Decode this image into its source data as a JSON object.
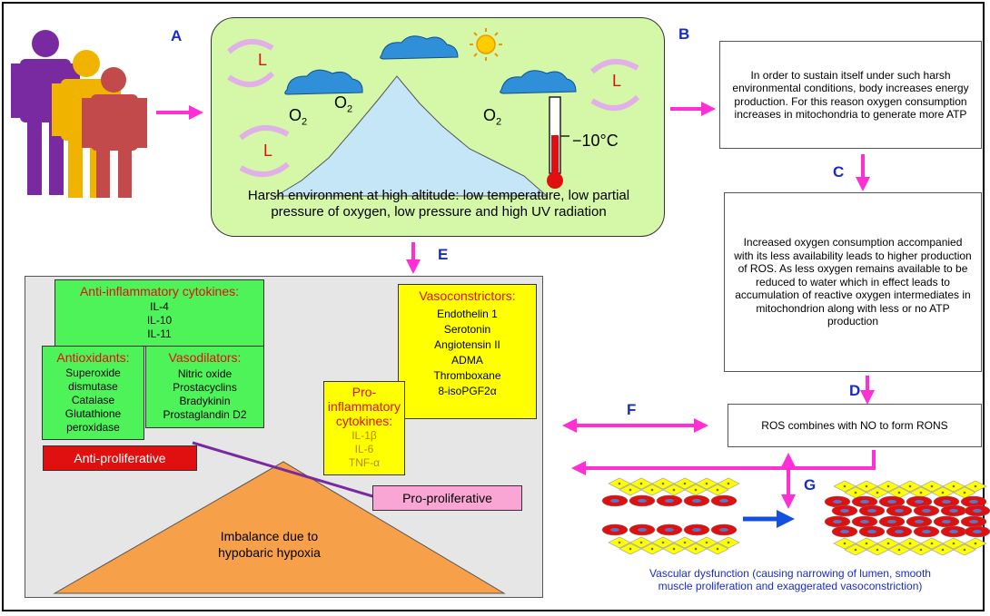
{
  "labels": {
    "a": "A",
    "b": "B",
    "c": "C",
    "d": "D",
    "e": "E",
    "f": "F",
    "g": "G"
  },
  "environment": {
    "caption": "Harsh environment at high altitude: low temperature, low partial pressure of oxygen, low pressure and high UV radiation",
    "o2_1": "O",
    "o2_2": "O",
    "o2_3": "O",
    "o2_sub": "2",
    "temperature": "−10°C",
    "cycle_label": "L",
    "colors": {
      "panel": "#d4f7a8",
      "cloud": "#2f8fd8",
      "mountain": "#c4e6f7",
      "sun": "#ffcc00"
    }
  },
  "box_b": "In order to sustain  itself under such harsh environmental conditions, body increases energy production. For this reason oxygen consumption increases in mitochondria to generate more ATP",
  "box_c": "Increased oxygen consumption accompanied with its less availability leads to higher production of ROS. As less oxygen remains available to be reduced to water which in effect leads to accumulation of reactive oxygen intermediates in mitochondrion along with less or no ATP production",
  "box_d": "ROS combines with NO to form RONS",
  "anti_inflammatory": {
    "title": "Anti-inflammatory cytokines:",
    "items": [
      "IL-4",
      "IL-10",
      "IL-11"
    ]
  },
  "antioxidants": {
    "title": "Antioxidants:",
    "items": [
      "Superoxide",
      "dismutase",
      "Catalase",
      "Glutathione",
      "peroxidase"
    ]
  },
  "vasodilators": {
    "title": "Vasodilators:",
    "items": [
      "Nitric oxide",
      "Prostacyclins",
      "Bradykinin",
      "Prostaglandin D2"
    ]
  },
  "vasoconstrictors": {
    "title": "Vasoconstrictors:",
    "items": [
      "Endothelin 1",
      "Serotonin",
      "Angiotensin II",
      "ADMA",
      "Thromboxane",
      "8-isoPGF2α"
    ]
  },
  "pro_inflammatory": {
    "title_lines": [
      "Pro-",
      "inflammatory",
      "cytokines:"
    ],
    "items": [
      "IL-1β",
      "IL-6",
      "TNF-α"
    ]
  },
  "anti_proliferative": "Anti-proliferative",
  "pro_proliferative": "Pro-proliferative",
  "imbalance": "Imbalance due to hypobaric hypoxia",
  "vascular": "Vascular dysfunction (causing narrowing of lumen, smooth muscle proliferation and exaggerated vasoconstriction)",
  "colors": {
    "arrow": "#ff2fd6",
    "blue_label": "#1a2bc4",
    "green_box": "#4ef35a",
    "yellow_box": "#ffff00",
    "red_box": "#e01010",
    "pink_box": "#f9a6d4",
    "triangle": "#f7a04a",
    "grey_panel": "#e6e6e6"
  },
  "people_colors": [
    "#7a2aa0",
    "#f0b400",
    "#c24a4a"
  ]
}
